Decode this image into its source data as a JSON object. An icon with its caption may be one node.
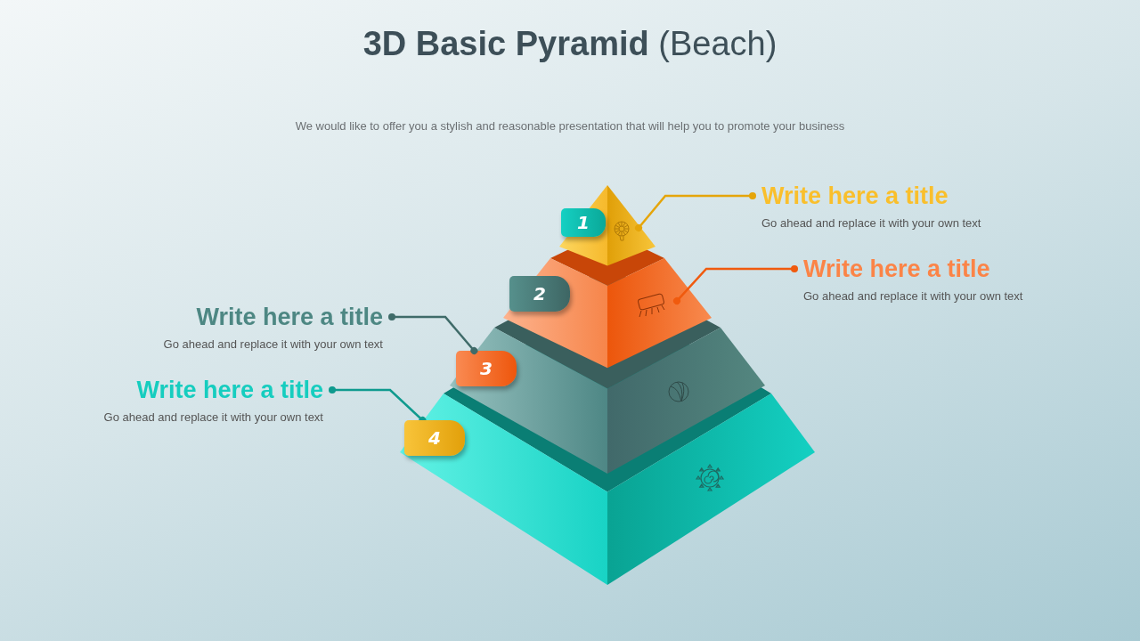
{
  "diagram": {
    "title": "**3D Basic Pyramid** (Beach)",
    "nodes": [
      {
        "text": [
          "Write here a title",
          "Go ahead and replace it with your own text"
        ]
      },
      {
        "text": [
          "Write here a title",
          "Go ahead and replace it with your own text"
        ]
      },
      {
        "text": [
          "Write here a title",
          "Go ahead and replace it with your own text"
        ]
      },
      {
        "text": [
          "Write here a title",
          "Go ahead and replace it with your own text"
        ]
      },
      {
        "text": [],
        "shape": "pyramid"
      },
      {
        "text": [],
        "shape": "pyramid"
      },
      {
        "text": [],
        "shape": "pyramid"
      },
      {
        "text": [],
        "shape": "pyramid"
      },
      {
        "text": [
          "1"
        ],
        "in": 4
      },
      {
        "text": [
          "2"
        ]
      },
      {
        "text": [
          "3"
        ],
        "in": 7
      },
      {
        "text": [
          "4"
        ]
      }
    ],
    "edges": [
      {
        "from": 0,
        "to": 4,
        "arrow": "other",
        "color": "#e5a50a"
      },
      {
        "from": 1,
        "to": 5,
        "arrow": "other",
        "color": "#f05a0e"
      },
      {
        "from": 2,
        "to": 10,
        "arrow": "other",
        "color": "#3f6b69"
      },
      {
        "from": 3,
        "to": 11,
        "arrow": "other",
        "color": "#0f9a8e"
      }
    ],
    "labels": [
      "We would like to offer you a stylish and reasonable presentation that will help you to promote your business"
    ]
  }
}
